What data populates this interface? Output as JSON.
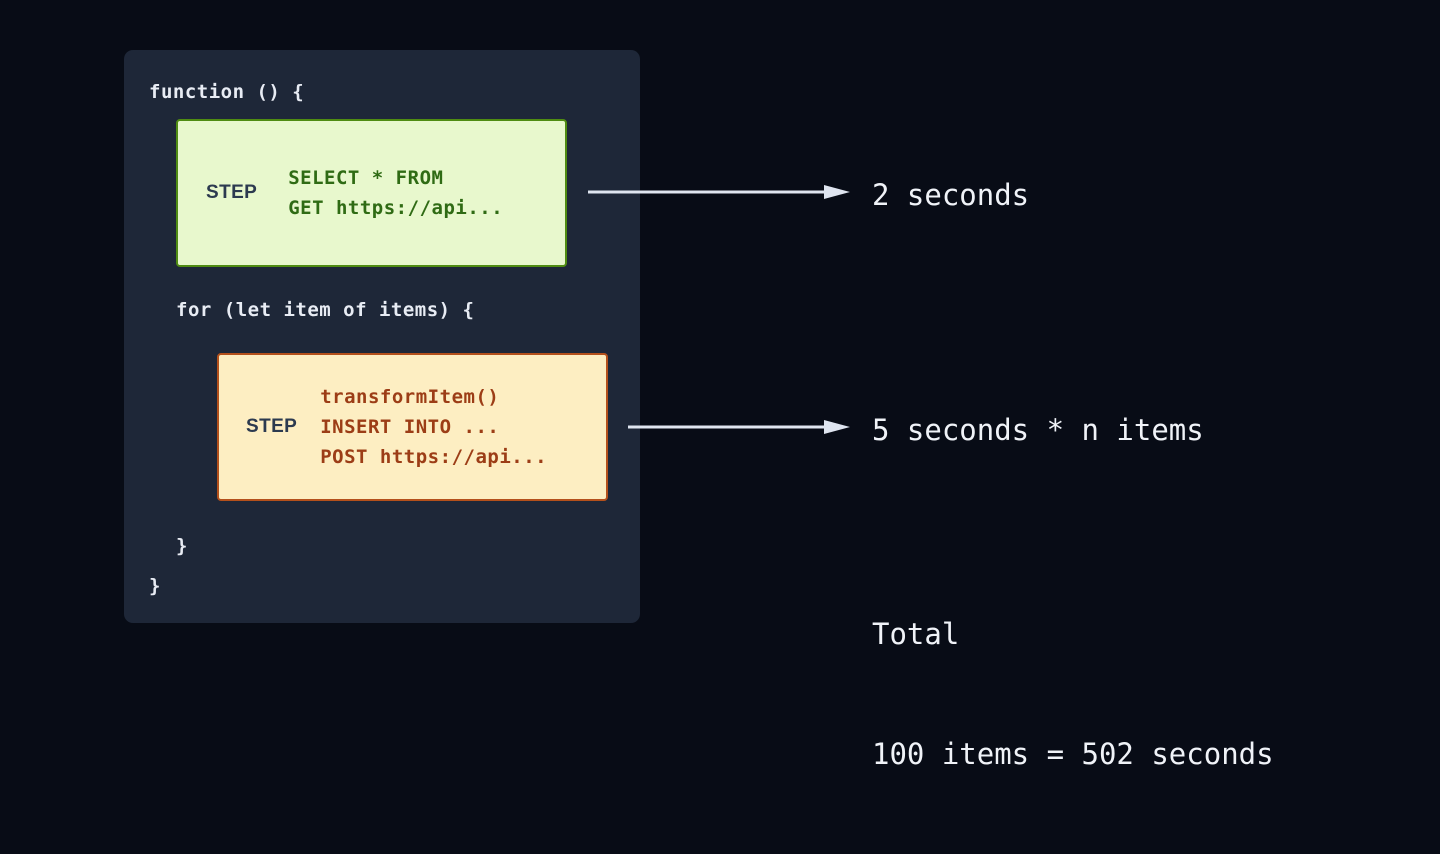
{
  "theme": {
    "page_background": "#080c16",
    "panel_background": "#1e2738",
    "code_text": "#e8ecf4",
    "annotation_text": "#f0f3f8",
    "arrow_color": "#dfe5f0",
    "step1_fill": "#e8f8cd",
    "step1_border": "#4f8c12",
    "step1_text": "#2f6b14",
    "step2_fill": "#fdeec2",
    "step2_border": "#b4501b",
    "step2_text": "#9c3d16",
    "step_label_text": "#2c3a4f"
  },
  "code_panel": {
    "function_open": "function () {",
    "for_open": "for (let item of items) {",
    "for_close": "}",
    "function_close": "}"
  },
  "steps": [
    {
      "label": "STEP",
      "lines": "SELECT * FROM\nGET https://api...",
      "annotation": "2 seconds"
    },
    {
      "label": "STEP",
      "lines": "transformItem()\nINSERT INTO ...\nPOST https://api...",
      "annotation": "5 seconds * n items"
    }
  ],
  "total": {
    "title": "Total",
    "value": "100 items = 502 seconds"
  }
}
